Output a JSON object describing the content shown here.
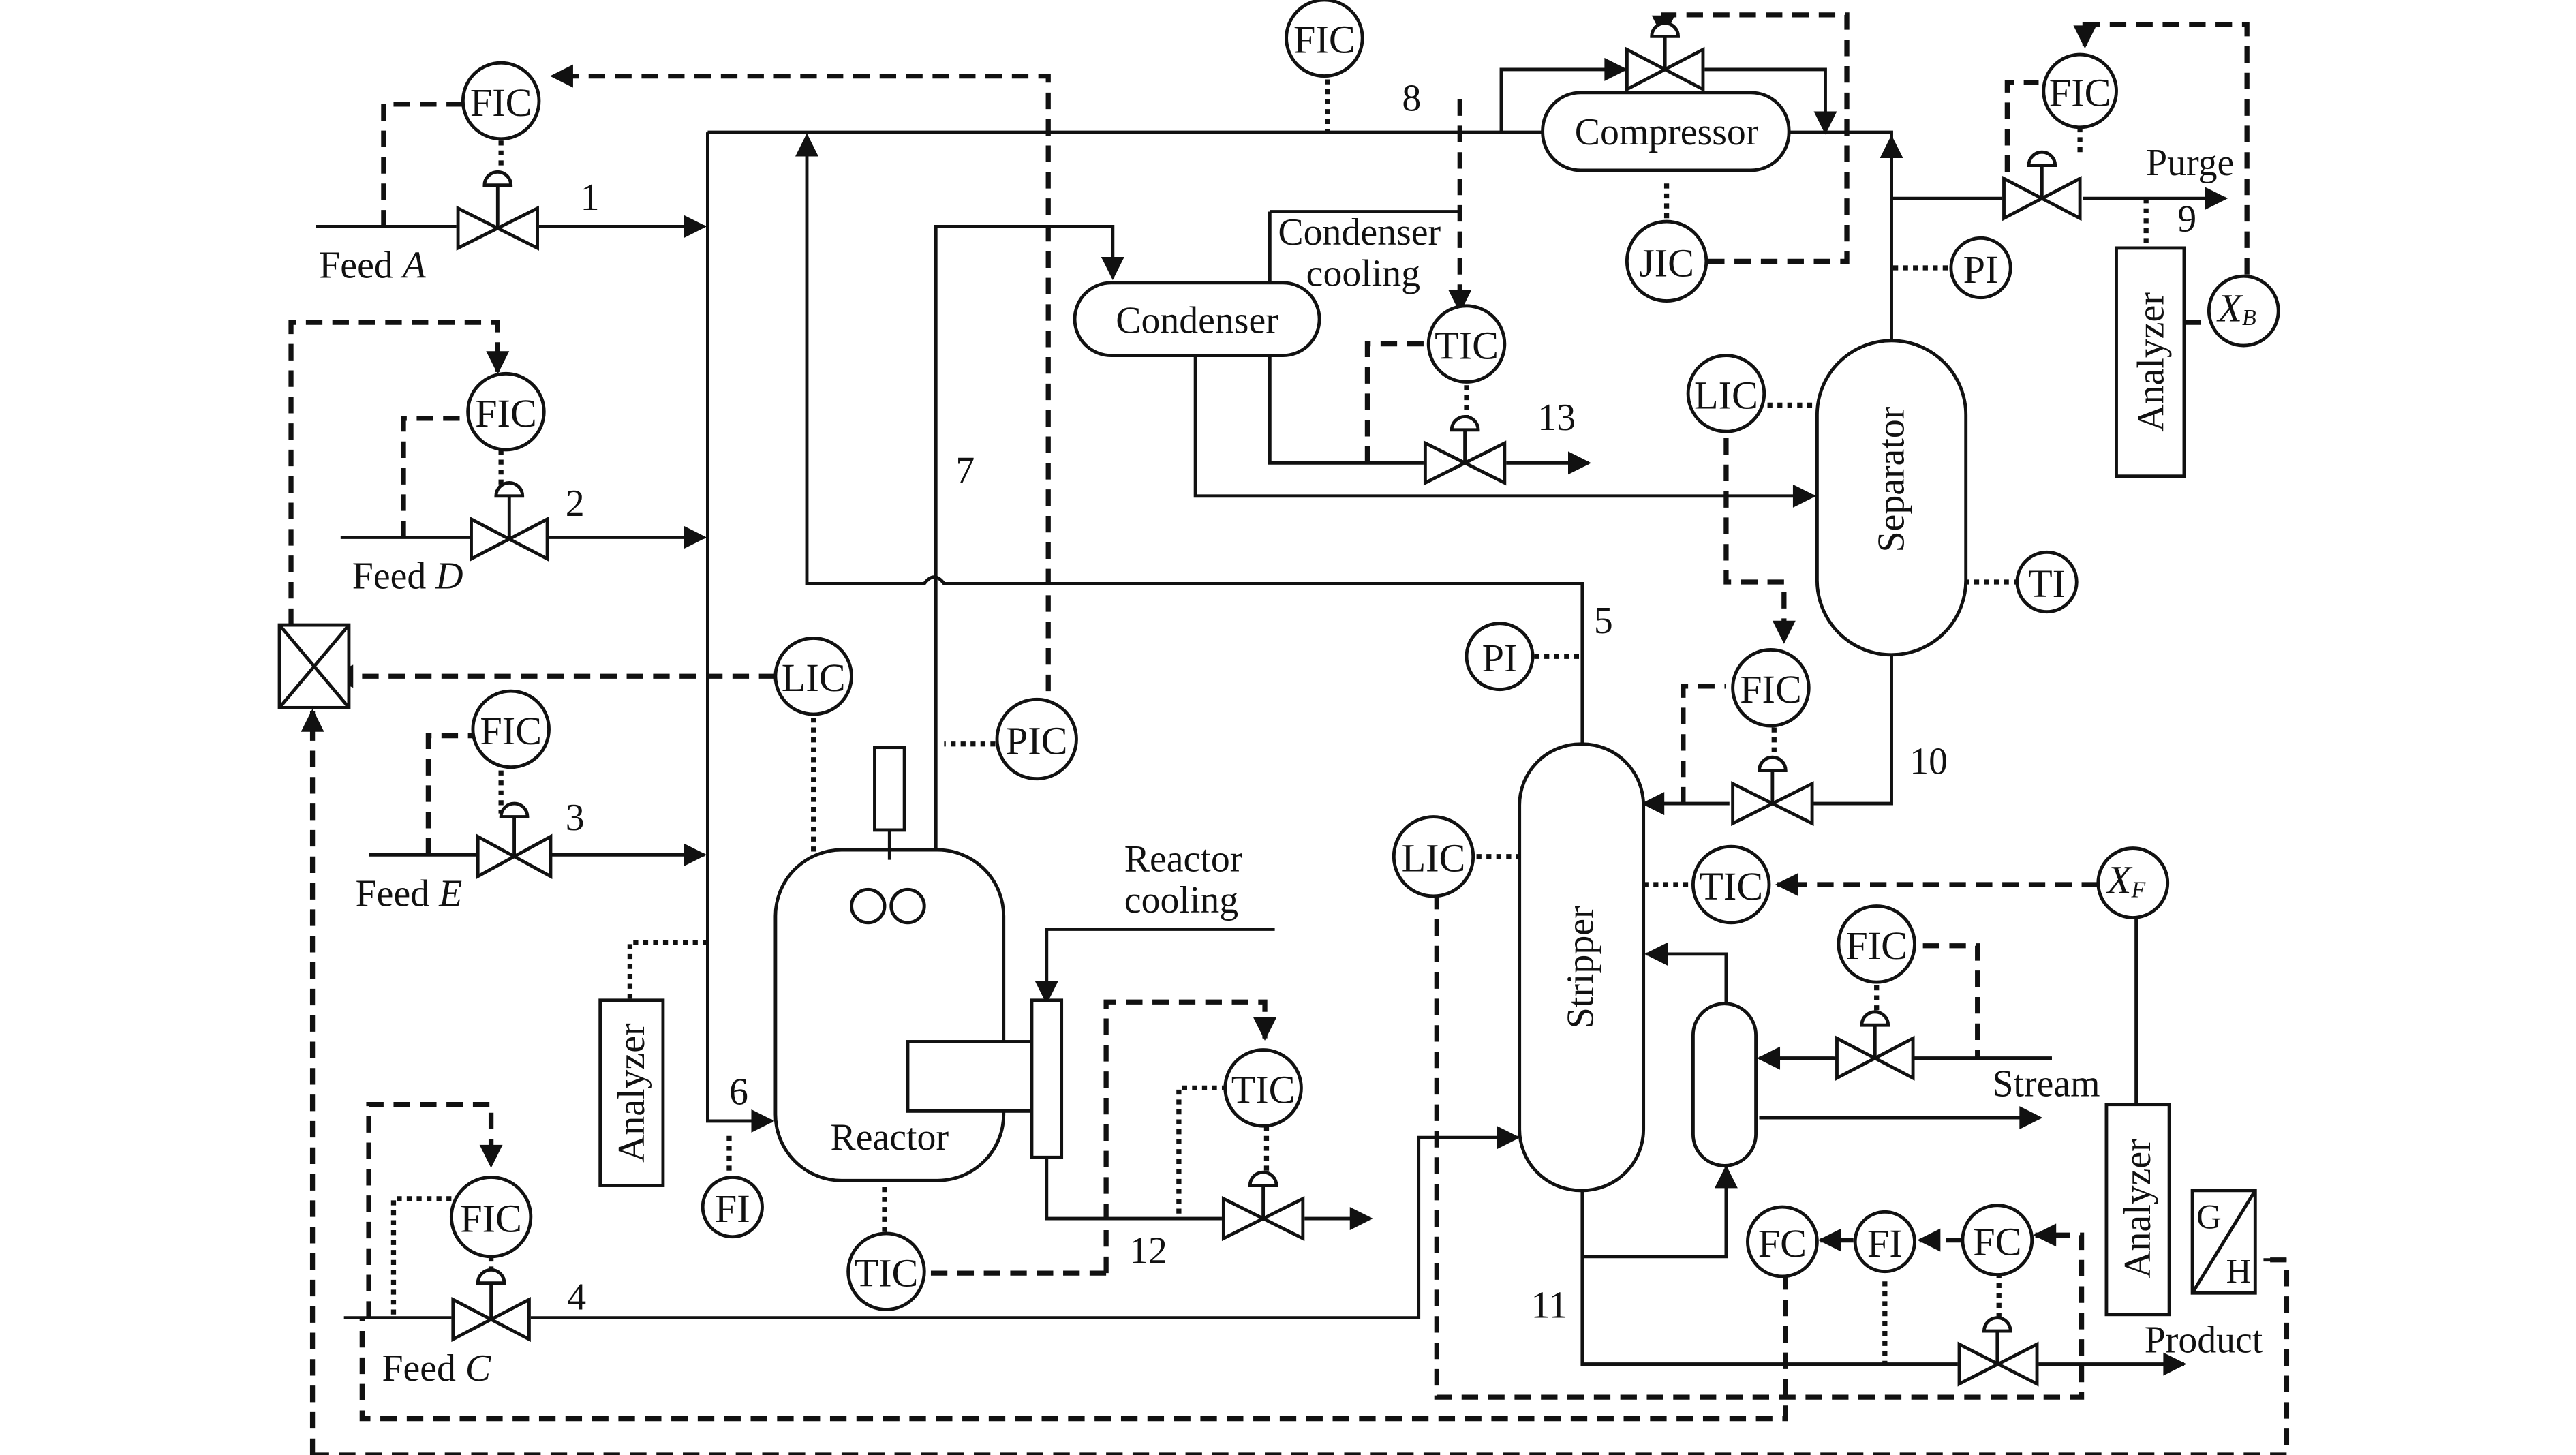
{
  "feeds": {
    "feed_a": {
      "prefix": "Feed",
      "letter": "A"
    },
    "feed_d": {
      "prefix": "Feed",
      "letter": "D"
    },
    "feed_e": {
      "prefix": "Feed",
      "letter": "E"
    },
    "feed_c": {
      "prefix": "Feed",
      "letter": "C"
    }
  },
  "streams": {
    "s1": "1",
    "s2": "2",
    "s3": "3",
    "s4": "4",
    "s5": "5",
    "s6": "6",
    "s7": "7",
    "s8": "8",
    "s9": "9",
    "s10": "10",
    "s11": "11",
    "s12": "12",
    "s13": "13"
  },
  "equipment": {
    "compressor": "Compressor",
    "condenser": "Condenser",
    "separator": "Separator",
    "stripper": "Stripper",
    "reactor": "Reactor",
    "analyzer_left": "Analyzer",
    "analyzer_top": "Analyzer",
    "analyzer_bottom": "Analyzer"
  },
  "labels": {
    "condenser_cooling_1": "Condenser",
    "condenser_cooling_2": "cooling",
    "reactor_cooling_1": "Reactor",
    "reactor_cooling_2": "cooling",
    "purge": "Purge",
    "stream": "Stream",
    "product": "Product",
    "g": "G",
    "h": "H"
  },
  "instruments": {
    "fic_feed_a": "FIC",
    "fic_feed_d": "FIC",
    "fic_feed_e": "FIC",
    "fic_feed_c": "FIC",
    "fic_recycle": "FIC",
    "fic_purge": "FIC",
    "fic_sep_bottom": "FIC",
    "fic_steam": "FIC",
    "tic_condenser": "TIC",
    "tic_reactor_cooling": "TIC",
    "tic_reactor": "TIC",
    "tic_stripper": "TIC",
    "lic_reactor": "LIC",
    "lic_separator": "LIC",
    "lic_stripper": "LIC",
    "pic_reactor": "PIC",
    "pi_separator": "PI",
    "pi_stripper": "PI",
    "ti_separator": "TI",
    "jic_compressor": "JIC",
    "fi_reactor": "FI",
    "fi_product": "FI",
    "fc_left": "FC",
    "fc_right": "FC",
    "xb": {
      "base": "X",
      "sub": "B"
    },
    "xf": {
      "base": "X",
      "sub": "F"
    }
  }
}
